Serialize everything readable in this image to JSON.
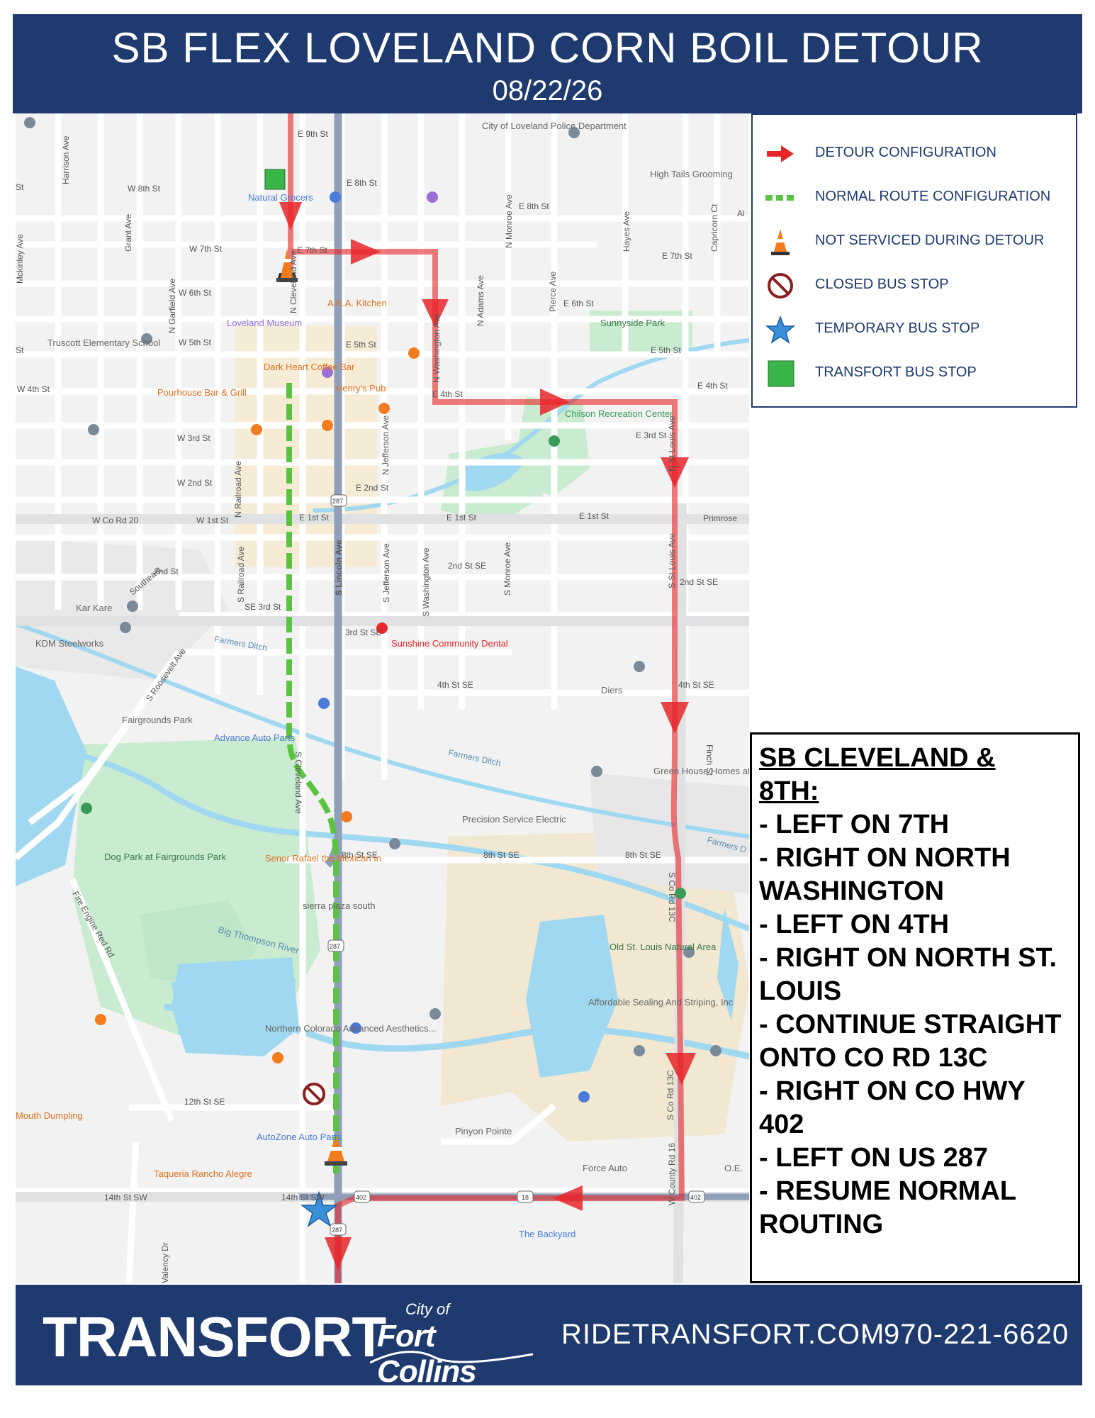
{
  "header": {
    "title": "SB FLEX LOVELAND CORN BOIL DETOUR",
    "date": "08/22/26"
  },
  "legend": [
    {
      "label": "DETOUR CONFIGURATION",
      "icon": "red-arrow-icon"
    },
    {
      "label": "NORMAL ROUTE CONFIGURATION",
      "icon": "green-dashed-line-icon"
    },
    {
      "label": "NOT SERVICED DURING DETOUR",
      "icon": "traffic-cone-icon"
    },
    {
      "label": "CLOSED BUS STOP",
      "icon": "closed-stop-icon"
    },
    {
      "label": "TEMPORARY BUS STOP",
      "icon": "blue-star-icon"
    },
    {
      "label": "TRANSFORT BUS STOP",
      "icon": "green-square-icon"
    }
  ],
  "directions": {
    "heading": "SB CLEVELAND & 8TH:",
    "lines": [
      "- LEFT ON 7TH",
      "- RIGHT ON NORTH WASHINGTON",
      "- LEFT ON 4TH",
      "- RIGHT ON NORTH ST. LOUIS",
      "- CONTINUE STRAIGHT ONTO CO RD 13C",
      "- RIGHT ON CO HWY 402",
      "- LEFT ON US 287",
      "- RESUME NORMAL ROUTING"
    ]
  },
  "footer": {
    "brand": "TRANSFORT",
    "city_line1": "City of",
    "city_line2": "Fort Collins",
    "website": "RIDETRANSFORT.COM",
    "separator": "·",
    "phone": "970-221-6620"
  },
  "colors": {
    "navy": "#1e3a6e",
    "detour_red": "#e8262a",
    "normal_green": "#5cc241",
    "stop_green": "#3ab54a",
    "star_blue": "#3a8fd9"
  },
  "map": {
    "streets": [
      "E 9th St",
      "W 8th St",
      "E 8th St",
      "N Monroe Ave",
      "E 8th St",
      "W 7th St",
      "E 7th St",
      "E 7th St",
      "W 6th St",
      "E 6th St",
      "W 5th St",
      "E 5th St",
      "E 5th St",
      "W 4th St",
      "E 4th St",
      "E 4th St",
      "W 3rd St",
      "E 3rd St",
      "W 2nd St",
      "E 2nd St",
      "W Co Rd 20",
      "W 1st St",
      "E 1st St",
      "E 1st St",
      "E 1st St",
      "Primrose",
      "2nd St",
      "2nd St SE",
      "2nd St SE",
      "SE 3rd St",
      "3rd St SE",
      "4th St SE",
      "4th St SE",
      "8th St SE",
      "8th St SE",
      "8th St SE",
      "12th St SE",
      "14th St SW",
      "14th St SW",
      "Harrison Ave",
      "Grant Ave",
      "N Garfield Ave",
      "Mckinley Ave",
      "N Railroad Ave",
      "N Jefferson Ave",
      "N Washington Ave",
      "N Adams Ave",
      "Pierce Ave",
      "Hayes Ave",
      "Capricorn Ct",
      "S Railroad Ave",
      "S Lincoln Ave",
      "S Jefferson Ave",
      "S Washington Ave",
      "S Monroe Ave",
      "S St Louis Ave",
      "N St Louis Ave",
      "S Roosevelt Ave",
      "Fire Engine Red Rd",
      "Valency Dr",
      "Finch St",
      "S Co Rd 13C",
      "W County Rd 16",
      "S Co Rd 13C",
      "N Cleveland Ave",
      "Farmers Ditch",
      "Farmers Ditch",
      "Big Thompson River",
      "St",
      "St",
      "Southeast",
      "Al",
      "S Cleveland Ave",
      "Farmers D"
    ],
    "places": [
      "City of Loveland Police Department",
      "Natural Grocers",
      "High Tails Grooming",
      "Truscott Elementary School",
      "A.K.A. Kitchen",
      "Loveland Museum",
      "Sunnyside Park",
      "Dark Heart Coffee Bar",
      "Pourhouse Bar & Grill",
      "Henry's Pub",
      "Chilson Recreation Center",
      "Kar Kare",
      "KDM Steelworks",
      "Sunshine Community Dental",
      "Diers",
      "Fairgrounds Park",
      "Advance Auto Parts",
      "Green House Homes at Mirasol",
      "Precision Service Electric",
      "Dog Park at Fairgrounds Park",
      "Senor Rafael the Mexican In",
      "sierra plaza south",
      "Old St. Louis Natural Area",
      "Affordable Sealing And Striping, Inc",
      "Northern Colorado Advanced Aesthetics...",
      "Mouth Dumpling",
      "AutoZone Auto Parts",
      "Pinyon Pointe",
      "Taqueria Rancho Alegre",
      "Force Auto",
      "O.E.",
      "The Backyard"
    ],
    "shields": [
      "287",
      "287",
      "287",
      "402",
      "402",
      "18"
    ]
  }
}
